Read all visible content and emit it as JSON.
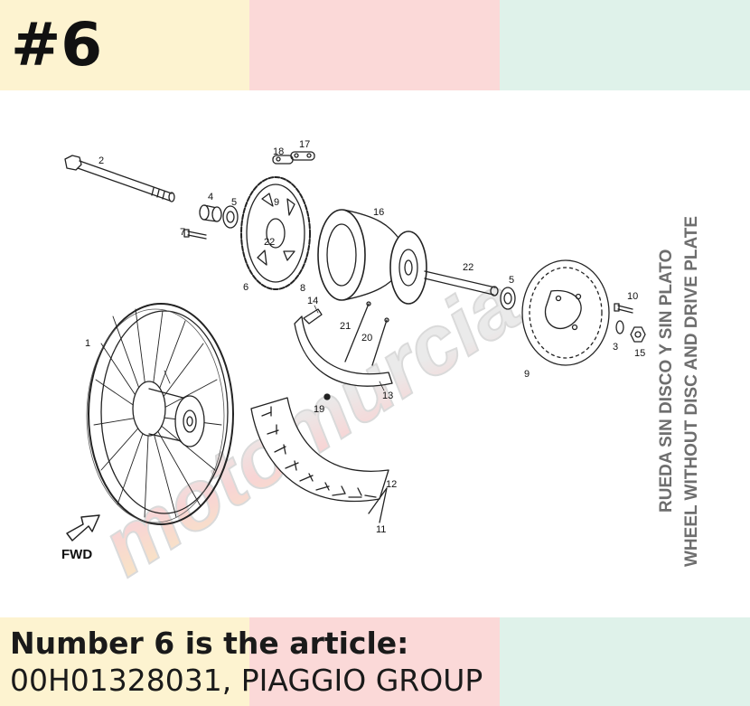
{
  "header": {
    "tag": "#6",
    "band_colors": [
      "#fdf3d0",
      "#fbd9d8",
      "#dff2ea"
    ]
  },
  "diagram": {
    "side_text_line1": "RUEDA SIN DISCO Y SIN PLATO",
    "side_text_line2": "WHEEL WITHOUT DISC AND DRIVE PLATE",
    "fwd_label": "FWD",
    "watermark": "motomurcia",
    "part_labels": {
      "p1": "1",
      "p2": "2",
      "p3": "3",
      "p4": "4",
      "p5a": "5",
      "p5b": "5",
      "p6": "6",
      "p7": "7",
      "p8": "8",
      "p9a": "9",
      "p9b": "9",
      "p10": "10",
      "p11": "11",
      "p12": "12",
      "p13": "13",
      "p14": "14",
      "p15": "15",
      "p16": "16",
      "p17": "17",
      "p18": "18",
      "p19": "19",
      "p20": "20",
      "p21": "21",
      "p22a": "22",
      "p22b": "22"
    },
    "line_color": "#222222",
    "side_text_color": "#6e6e6e"
  },
  "footer": {
    "line1": "Number 6 is the article:",
    "article_number": "00H01328031",
    "line2_rest": ", PIAGGIO GROUP"
  }
}
